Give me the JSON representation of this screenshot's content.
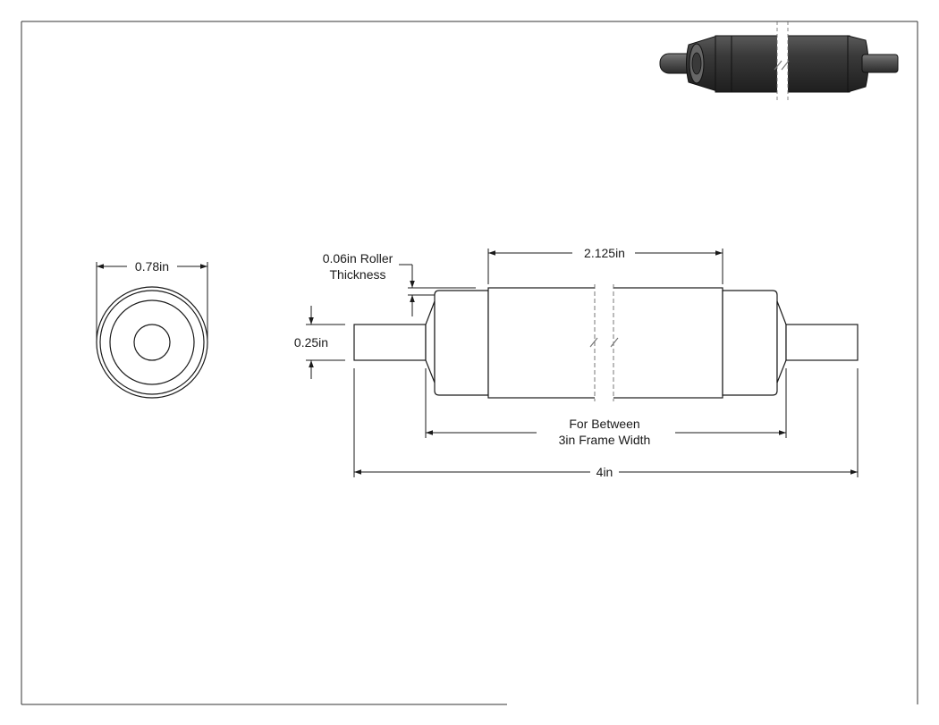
{
  "dimensions": {
    "end_diameter": "0.78in",
    "roller_thickness_line1": "0.06in Roller",
    "roller_thickness_line2": "Thickness",
    "roller_length": "2.125in",
    "axle_diameter": "0.25in",
    "frame_width_line1": "For Between",
    "frame_width_line2": "3in Frame Width",
    "overall_length": "4in"
  },
  "colors": {
    "line": "#1a1a1a",
    "part_fill": "#f0e7dd",
    "iso_dark": "#2b2b2b",
    "iso_mid": "#4a4a4a",
    "iso_light": "#6a6a6a"
  }
}
